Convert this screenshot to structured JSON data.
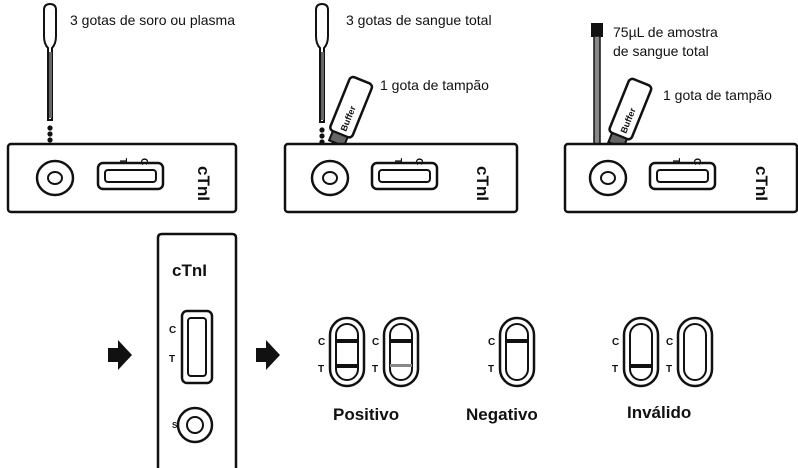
{
  "panel1": {
    "instruction": "3 gotas de soro ou plasma"
  },
  "panel2": {
    "instruction": "3 gotas de sangue total",
    "buffer_step": "1 gota de tampão"
  },
  "panel3": {
    "instruction_line1": "75µL de amostra",
    "instruction_line2": "de sangue total",
    "buffer_step": "1 gota de tampão"
  },
  "cassette": {
    "brand": "cTnI",
    "line_t": "T",
    "line_c": "C",
    "sample_well": "S"
  },
  "buffer_bottle_text": "Buffer",
  "results": {
    "positive": "Positivo",
    "negative": "Negativo",
    "invalid": "Inválido"
  },
  "colors": {
    "stroke": "#111111",
    "fill": "#ffffff",
    "dropper": "#666666"
  }
}
